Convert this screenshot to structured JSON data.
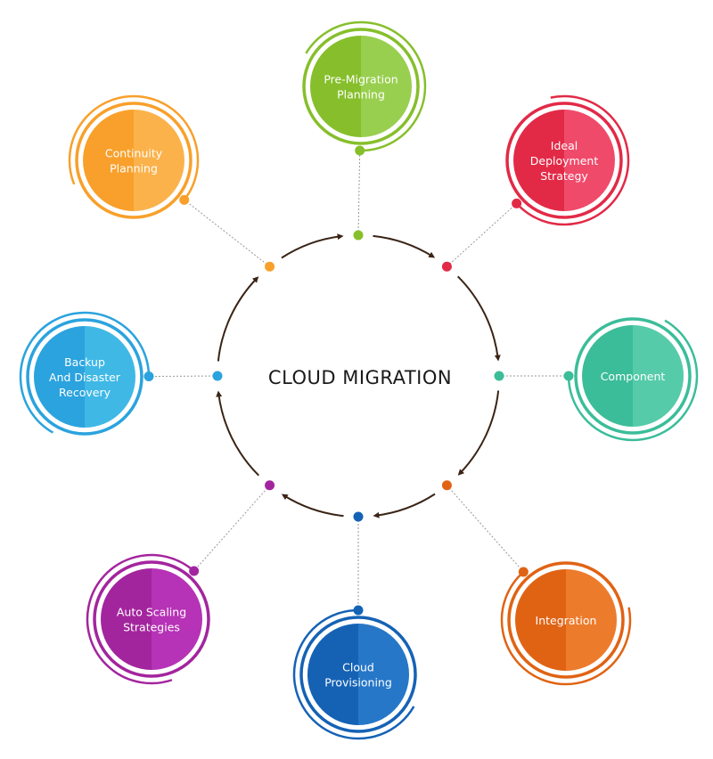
{
  "title": "CLOUD MIGRATION",
  "arrow_color": "#3a2416",
  "connector_color": "#999999",
  "steps": [
    {
      "id": "pre-migration-planning",
      "lines": [
        "Pre-Migration",
        "Planning"
      ],
      "dark": "#86bf2b",
      "light": "#99cf4f"
    },
    {
      "id": "ideal-deployment-strategy",
      "lines": [
        "Ideal",
        "Deployment",
        "Strategy"
      ],
      "dark": "#e22a47",
      "light": "#f04a6a"
    },
    {
      "id": "component",
      "lines": [
        "Component"
      ],
      "dark": "#3bbd99",
      "light": "#55cba9"
    },
    {
      "id": "integration",
      "lines": [
        "Integration"
      ],
      "dark": "#e06314",
      "light": "#ed7b2c"
    },
    {
      "id": "cloud-provisioning",
      "lines": [
        "Cloud",
        "Provisioning"
      ],
      "dark": "#1562b5",
      "light": "#2677c8"
    },
    {
      "id": "auto-scaling-strategies",
      "lines": [
        "Auto Scaling",
        "Strategies"
      ],
      "dark": "#a3259e",
      "light": "#b632b6"
    },
    {
      "id": "backup-and-disaster-recovery",
      "lines": [
        "Backup",
        "And Disaster",
        "Recovery"
      ],
      "dark": "#2ba3de",
      "light": "#3fb8e6"
    },
    {
      "id": "continuity-planning",
      "lines": [
        "Continuity",
        "Planning"
      ],
      "dark": "#f8a02b",
      "light": "#fbb24b"
    }
  ]
}
